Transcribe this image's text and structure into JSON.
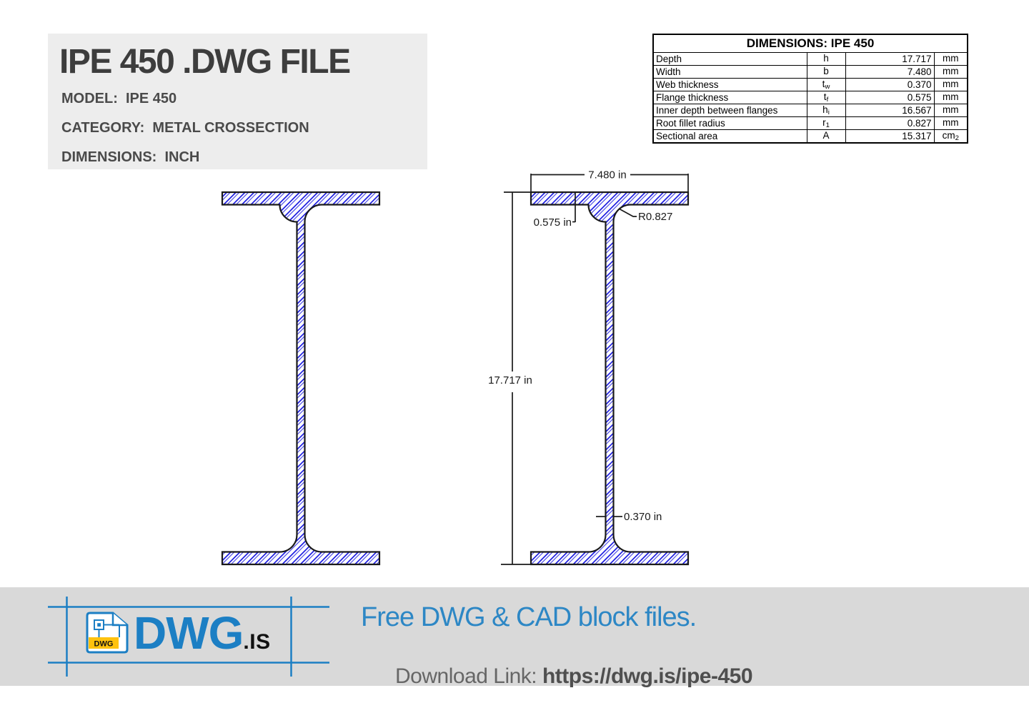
{
  "title_box": {
    "title": "IPE 450 .DWG FILE",
    "model_line": "MODEL:  IPE 450",
    "category_line": "CATEGORY:  METAL CROSSECTION",
    "dimensions_line": "DIMENSIONS:  INCH"
  },
  "dimensions_table": {
    "header": "DIMENSIONS: IPE 450",
    "rows": [
      {
        "label": "Depth",
        "sym": "h",
        "sym_sub": "",
        "value": "17.717",
        "unit": "mm",
        "unit_sub": ""
      },
      {
        "label": "Width",
        "sym": "b",
        "sym_sub": "",
        "value": "7.480",
        "unit": "mm",
        "unit_sub": ""
      },
      {
        "label": "Web thickness",
        "sym": "t",
        "sym_sub": "w",
        "value": "0.370",
        "unit": "mm",
        "unit_sub": ""
      },
      {
        "label": "Flange thickness",
        "sym": "t",
        "sym_sub": "f",
        "value": "0.575",
        "unit": "mm",
        "unit_sub": ""
      },
      {
        "label": "Inner depth between flanges",
        "sym": "h",
        "sym_sub": "i",
        "value": "16.567",
        "unit": "mm",
        "unit_sub": ""
      },
      {
        "label": "Root fillet radius",
        "sym": "r",
        "sym_sub": "1",
        "value": "0.827",
        "unit": "mm",
        "unit_sub": ""
      },
      {
        "label": "Sectional area",
        "sym": "A",
        "sym_sub": "",
        "value": "15.317",
        "unit": "cm",
        "unit_sub": "2"
      }
    ]
  },
  "drawing": {
    "labels": {
      "width": "7.480 in",
      "flange_thickness": "0.575 in",
      "root_radius": "R0.827",
      "depth": "17.717 in",
      "web_thickness": "0.370 in"
    },
    "hatch_color": "#1515e0",
    "outline_color": "#1a1a1a"
  },
  "footer": {
    "logo_badge": "DWG",
    "logo_text": "DWG",
    "logo_suffix": ".IS",
    "tagline": "Free DWG & CAD block files.",
    "download_label": "Download Link: ",
    "download_url": "https://dwg.is/ipe-450",
    "brand_blue": "#1c7fc4",
    "badge_yellow": "#ffc20e"
  }
}
